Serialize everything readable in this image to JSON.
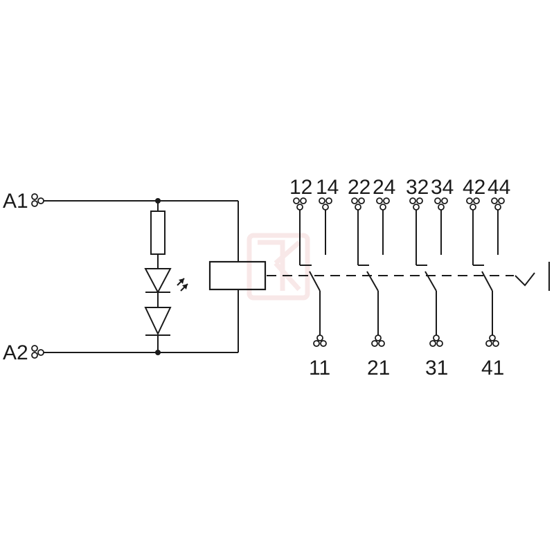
{
  "coil_terminals": {
    "a1": "A1",
    "a2": "A2"
  },
  "contact_groups": [
    {
      "nc": "12",
      "no": "14",
      "common": "11"
    },
    {
      "nc": "22",
      "no": "24",
      "common": "21"
    },
    {
      "nc": "32",
      "no": "34",
      "common": "31"
    },
    {
      "nc": "42",
      "no": "44",
      "common": "41"
    }
  ],
  "components": [
    "resistor-icon",
    "led-icon",
    "diode-icon",
    "relay-coil-icon",
    "changeover-contact-icon",
    "terminal-icon",
    "spring-return-icon"
  ],
  "colors": {
    "line": "#1a1a1a",
    "background": "#ffffff"
  }
}
